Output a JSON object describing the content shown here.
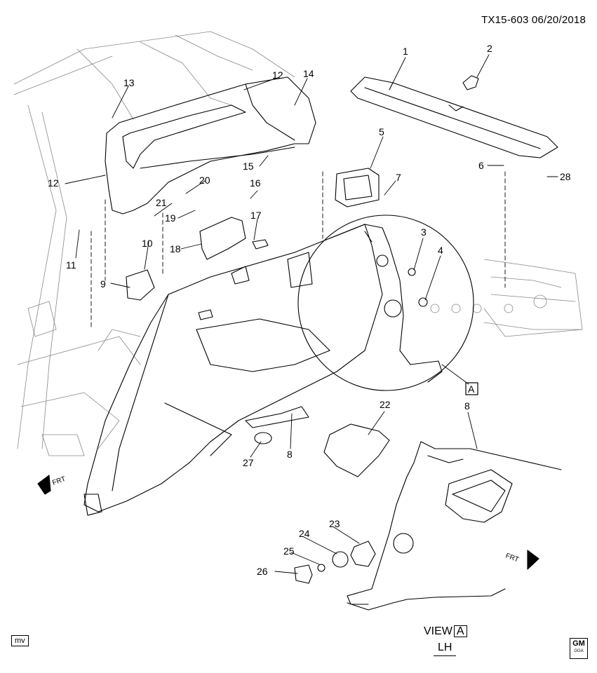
{
  "header": {
    "code": "TX15-603",
    "date": "06/20/2018"
  },
  "callouts": {
    "c1": "1",
    "c2": "2",
    "c3": "3",
    "c4": "4",
    "c5": "5",
    "c6": "6",
    "c7": "7",
    "c8a": "8",
    "c8b": "8",
    "c9": "9",
    "c10": "10",
    "c11": "11",
    "c12a": "12",
    "c12b": "12",
    "c13": "13",
    "c14": "14",
    "c15": "15",
    "c16": "16",
    "c17": "17",
    "c18": "18",
    "c19": "19",
    "c20": "20",
    "c21": "21",
    "c22": "22",
    "c23": "23",
    "c24": "24",
    "c25": "25",
    "c26": "26",
    "c27": "27",
    "c28": "28"
  },
  "view_ref": {
    "letter": "A"
  },
  "front_arrows": {
    "left": "FRT",
    "right": "FRT"
  },
  "footer": {
    "tag": "mv",
    "view_label": "VIEW",
    "view_letter": "A",
    "side": "LH",
    "logo_text": "GM",
    "logo_sub": "GGA"
  }
}
